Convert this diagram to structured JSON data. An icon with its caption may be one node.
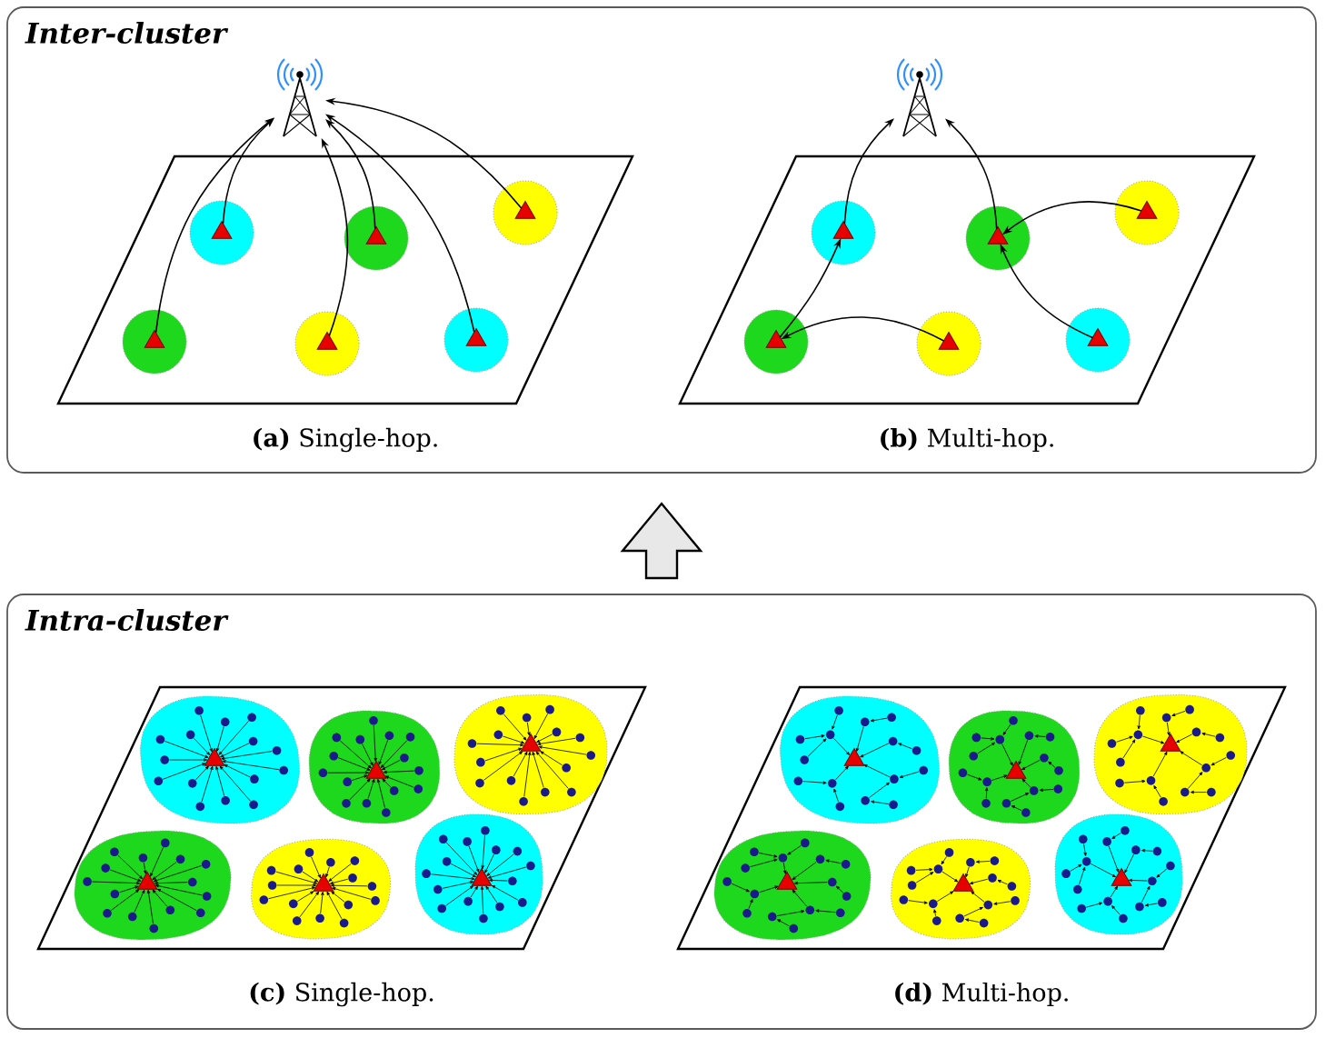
{
  "diagram": {
    "nodes": [
      {
        "text": [
          "Inter-cluster"
        ]
      },
      {
        "text": [],
        "shape": "antenna",
        "in": 0
      },
      {
        "text": [],
        "shape": "parallelogram",
        "in": 0,
        "beside": [
          "**(a)** Single-hop."
        ]
      },
      {
        "text": [],
        "shape": "circle",
        "in": 2
      },
      {
        "text": [],
        "shape": "triangle",
        "in": 3
      },
      {
        "text": [],
        "shape": "circle",
        "in": 2
      },
      {
        "text": [],
        "shape": "triangle",
        "in": 5
      },
      {
        "text": [],
        "shape": "circle",
        "in": 2
      },
      {
        "text": [],
        "shape": "triangle",
        "in": 7
      },
      {
        "text": [],
        "shape": "circle",
        "in": 2
      },
      {
        "text": [],
        "shape": "triangle",
        "in": 9
      },
      {
        "text": [],
        "shape": "circle",
        "in": 2
      },
      {
        "text": [],
        "shape": "triangle",
        "in": 11
      },
      {
        "text": [],
        "shape": "circle",
        "in": 2
      },
      {
        "text": [],
        "shape": "triangle",
        "in": 13
      },
      {
        "text": [],
        "shape": "antenna",
        "in": 0
      },
      {
        "text": [],
        "shape": "parallelogram",
        "in": 0,
        "beside": [
          "**(b)** Multi-hop."
        ]
      },
      {
        "text": [],
        "shape": "circle",
        "in": 16
      },
      {
        "text": [],
        "shape": "triangle",
        "in": 17
      },
      {
        "text": [],
        "shape": "circle",
        "in": 16
      },
      {
        "text": [],
        "shape": "triangle",
        "in": 19
      },
      {
        "text": [],
        "shape": "circle",
        "in": 16
      },
      {
        "text": [],
        "shape": "triangle",
        "in": 21
      },
      {
        "text": [],
        "shape": "circle",
        "in": 16
      },
      {
        "text": [],
        "shape": "triangle",
        "in": 23
      },
      {
        "text": [],
        "shape": "circle",
        "in": 16
      },
      {
        "text": [],
        "shape": "triangle",
        "in": 25
      },
      {
        "text": [],
        "shape": "circle",
        "in": 16
      },
      {
        "text": [],
        "shape": "triangle",
        "in": 27
      },
      {
        "text": [
          "Intra-cluster"
        ]
      },
      {
        "text": [],
        "shape": "parallelogram",
        "in": 29,
        "beside": [
          "**(c)** Single-hop."
        ]
      },
      {
        "text": [],
        "shape": "blob",
        "in": 30
      },
      {
        "text": [],
        "shape": "triangle",
        "in": 31
      },
      {
        "text": [],
        "shape": "circle",
        "in": 31
      },
      {
        "text": [],
        "shape": "circle",
        "in": 31
      },
      {
        "text": [],
        "shape": "circle",
        "in": 31
      },
      {
        "text": [],
        "shape": "circle",
        "in": 31
      },
      {
        "text": [],
        "shape": "circle",
        "in": 31
      },
      {
        "text": [],
        "shape": "circle",
        "in": 31
      },
      {
        "text": [],
        "shape": "circle",
        "in": 31
      },
      {
        "text": [],
        "shape": "circle",
        "in": 31
      },
      {
        "text": [],
        "shape": "circle",
        "in": 31
      },
      {
        "text": [],
        "shape": "circle",
        "in": 31
      },
      {
        "text": [],
        "shape": "circle",
        "in": 31
      },
      {
        "text": [],
        "shape": "circle",
        "in": 31
      },
      {
        "text": [],
        "shape": "circle",
        "in": 31
      },
      {
        "text": [],
        "shape": "circle",
        "in": 31
      },
      {
        "text": [],
        "shape": "circle",
        "in": 31
      },
      {
        "text": [],
        "shape": "blob",
        "in": 30
      },
      {
        "text": [],
        "shape": "triangle",
        "in": 48
      },
      {
        "text": [],
        "shape": "circle",
        "in": 48
      },
      {
        "text": [],
        "shape": "circle",
        "in": 48
      },
      {
        "text": [],
        "shape": "circle",
        "in": 48
      },
      {
        "text": [],
        "shape": "circle",
        "in": 48
      },
      {
        "text": [],
        "shape": "circle",
        "in": 48
      },
      {
        "text": [],
        "shape": "circle",
        "in": 48
      },
      {
        "text": [],
        "shape": "circle",
        "in": 48
      },
      {
        "text": [],
        "shape": "circle",
        "in": 48
      },
      {
        "text": [],
        "shape": "circle",
        "in": 48
      },
      {
        "text": [],
        "shape": "circle",
        "in": 48
      },
      {
        "text": [],
        "shape": "circle",
        "in": 48
      },
      {
        "text": [],
        "shape": "circle",
        "in": 48
      },
      {
        "text": [],
        "shape": "circle",
        "in": 48
      },
      {
        "text": [],
        "shape": "circle",
        "in": 48
      },
      {
        "text": [],
        "shape": "circle",
        "in": 48
      },
      {
        "text": [],
        "shape": "blob",
        "in": 30
      },
      {
        "text": [],
        "shape": "triangle",
        "in": 65
      },
      {
        "text": [],
        "shape": "circle",
        "in": 65
      },
      {
        "text": [],
        "shape": "circle",
        "in": 65
      },
      {
        "text": [],
        "shape": "circle",
        "in": 65
      },
      {
        "text": [],
        "shape": "circle",
        "in": 65
      },
      {
        "text": [],
        "shape": "circle",
        "in": 65
      },
      {
        "text": [],
        "shape": "circle",
        "in": 65
      },
      {
        "text": [],
        "shape": "circle",
        "in": 65
      },
      {
        "text": [],
        "shape": "circle",
        "in": 65
      },
      {
        "text": [],
        "shape": "circle",
        "in": 65
      },
      {
        "text": [],
        "shape": "circle",
        "in": 65
      },
      {
        "text": [],
        "shape": "circle",
        "in": 65
      },
      {
        "text": [],
        "shape": "circle",
        "in": 65
      },
      {
        "text": [],
        "shape": "circle",
        "in": 65
      },
      {
        "text": [],
        "shape": "circle",
        "in": 65
      },
      {
        "text": [],
        "shape": "circle",
        "in": 65
      },
      {
        "text": [],
        "shape": "blob",
        "in": 30
      },
      {
        "text": [],
        "shape": "triangle",
        "in": 82
      },
      {
        "text": [],
        "shape": "circle",
        "in": 82
      },
      {
        "text": [],
        "shape": "circle",
        "in": 82
      },
      {
        "text": [],
        "shape": "circle",
        "in": 82
      },
      {
        "text": [],
        "shape": "circle",
        "in": 82
      },
      {
        "text": [],
        "shape": "circle",
        "in": 82
      },
      {
        "text": [],
        "shape": "circle",
        "in": 82
      },
      {
        "text": [],
        "shape": "circle",
        "in": 82
      },
      {
        "text": [],
        "shape": "circle",
        "in": 82
      },
      {
        "text": [],
        "shape": "circle",
        "in": 82
      },
      {
        "text": [],
        "shape": "circle",
        "in": 82
      },
      {
        "text": [],
        "shape": "circle",
        "in": 82
      },
      {
        "text": [],
        "shape": "circle",
        "in": 82
      },
      {
        "text": [],
        "shape": "circle",
        "in": 82
      },
      {
        "text": [],
        "shape": "circle",
        "in": 82
      },
      {
        "text": [],
        "shape": "circle",
        "in": 82
      },
      {
        "text": [],
        "shape": "blob",
        "in": 30
      },
      {
        "text": [],
        "shape": "triangle",
        "in": 99
      },
      {
        "text": [],
        "shape": "circle",
        "in": 99
      },
      {
        "text": [],
        "shape": "circle",
        "in": 99
      },
      {
        "text": [],
        "shape": "circle",
        "in": 99
      },
      {
        "text": [],
        "shape": "circle",
        "in": 99
      },
      {
        "text": [],
        "shape": "circle",
        "in": 99
      },
      {
        "text": [],
        "shape": "circle",
        "in": 99
      },
      {
        "text": [],
        "shape": "circle",
        "in": 99
      },
      {
        "text": [],
        "shape": "circle",
        "in": 99
      },
      {
        "text": [],
        "shape": "circle",
        "in": 99
      },
      {
        "text": [],
        "shape": "circle",
        "in": 99
      },
      {
        "text": [],
        "shape": "circle",
        "in": 99
      },
      {
        "text": [],
        "shape": "circle",
        "in": 99
      },
      {
        "text": [],
        "shape": "circle",
        "in": 99
      },
      {
        "text": [],
        "shape": "circle",
        "in": 99
      },
      {
        "text": [],
        "shape": "circle",
        "in": 99
      },
      {
        "text": [],
        "shape": "blob",
        "in": 30
      },
      {
        "text": [],
        "shape": "triangle",
        "in": 116
      },
      {
        "text": [],
        "shape": "circle",
        "in": 116
      },
      {
        "text": [],
        "shape": "circle",
        "in": 116
      },
      {
        "text": [],
        "shape": "circle",
        "in": 116
      },
      {
        "text": [],
        "shape": "circle",
        "in": 116
      },
      {
        "text": [],
        "shape": "circle",
        "in": 116
      },
      {
        "text": [],
        "shape": "circle",
        "in": 116
      },
      {
        "text": [],
        "shape": "circle",
        "in": 116
      },
      {
        "text": [],
        "shape": "circle",
        "in": 116
      },
      {
        "text": [],
        "shape": "circle",
        "in": 116
      },
      {
        "text": [],
        "shape": "circle",
        "in": 116
      },
      {
        "text": [],
        "shape": "circle",
        "in": 116
      },
      {
        "text": [],
        "shape": "circle",
        "in": 116
      },
      {
        "text": [],
        "shape": "circle",
        "in": 116
      },
      {
        "text": [],
        "shape": "circle",
        "in": 116
      },
      {
        "text": [],
        "shape": "circle",
        "in": 116
      },
      {
        "text": [],
        "shape": "parallelogram",
        "in": 29,
        "beside": [
          "**(d)** Multi-hop."
        ]
      },
      {
        "text": [],
        "shape": "blob",
        "in": 133
      },
      {
        "text": [],
        "shape": "triangle",
        "in": 134
      },
      {
        "text": [],
        "shape": "circle",
        "in": 134
      },
      {
        "text": [],
        "shape": "circle",
        "in": 134
      },
      {
        "text": [],
        "shape": "circle",
        "in": 134
      },
      {
        "text": [],
        "shape": "circle",
        "in": 134
      },
      {
        "text": [],
        "shape": "circle",
        "in": 134
      },
      {
        "text": [],
        "shape": "circle",
        "in": 134
      },
      {
        "text": [],
        "shape": "circle",
        "in": 134
      },
      {
        "text": [],
        "shape": "circle",
        "in": 134
      },
      {
        "text": [],
        "shape": "circle",
        "in": 134
      },
      {
        "text": [],
        "shape": "circle",
        "in": 134
      },
      {
        "text": [],
        "shape": "circle",
        "in": 134
      },
      {
        "text": [],
        "shape": "circle",
        "in": 134
      },
      {
        "text": [],
        "shape": "circle",
        "in": 134
      },
      {
        "text": [],
        "shape": "circle",
        "in": 134
      },
      {
        "text": [],
        "shape": "circle",
        "in": 134
      },
      {
        "text": [],
        "shape": "blob",
        "in": 133
      },
      {
        "text": [],
        "shape": "triangle",
        "in": 151
      },
      {
        "text": [],
        "shape": "circle",
        "in": 151
      },
      {
        "text": [],
        "shape": "circle",
        "in": 151
      },
      {
        "text": [],
        "shape": "circle",
        "in": 151
      },
      {
        "text": [],
        "shape": "circle",
        "in": 151
      },
      {
        "text": [],
        "shape": "circle",
        "in": 151
      },
      {
        "text": [],
        "shape": "circle",
        "in": 151
      },
      {
        "text": [],
        "shape": "circle",
        "in": 151
      },
      {
        "text": [],
        "shape": "circle",
        "in": 151
      },
      {
        "text": [],
        "shape": "circle",
        "in": 151
      },
      {
        "text": [],
        "shape": "circle",
        "in": 151
      },
      {
        "text": [],
        "shape": "circle",
        "in": 151
      },
      {
        "text": [],
        "shape": "circle",
        "in": 151
      },
      {
        "text": [],
        "shape": "circle",
        "in": 151
      },
      {
        "text": [],
        "shape": "circle",
        "in": 151
      },
      {
        "text": [],
        "shape": "circle",
        "in": 151
      },
      {
        "text": [],
        "shape": "blob",
        "in": 133
      },
      {
        "text": [],
        "shape": "triangle",
        "in": 168
      },
      {
        "text": [],
        "shape": "circle",
        "in": 168
      },
      {
        "text": [],
        "shape": "circle",
        "in": 168
      },
      {
        "text": [],
        "shape": "circle",
        "in": 168
      },
      {
        "text": [],
        "shape": "circle",
        "in": 168
      },
      {
        "text": [],
        "shape": "circle",
        "in": 168
      },
      {
        "text": [],
        "shape": "circle",
        "in": 168
      },
      {
        "text": [],
        "shape": "circle",
        "in": 168
      },
      {
        "text": [],
        "shape": "circle",
        "in": 168
      },
      {
        "text": [],
        "shape": "circle",
        "in": 168
      },
      {
        "text": [],
        "shape": "circle",
        "in": 168
      },
      {
        "text": [],
        "shape": "circle",
        "in": 168
      },
      {
        "text": [],
        "shape": "circle",
        "in": 168
      },
      {
        "text": [],
        "shape": "circle",
        "in": 168
      },
      {
        "text": [],
        "shape": "circle",
        "in": 168
      },
      {
        "text": [],
        "shape": "circle",
        "in": 168
      },
      {
        "text": [],
        "shape": "blob",
        "in": 133
      },
      {
        "text": [],
        "shape": "triangle",
        "in": 185
      },
      {
        "text": [],
        "shape": "circle",
        "in": 185
      },
      {
        "text": [],
        "shape": "circle",
        "in": 185
      },
      {
        "text": [],
        "shape": "circle",
        "in": 185
      },
      {
        "text": [],
        "shape": "circle",
        "in": 185
      },
      {
        "text": [],
        "shape": "circle",
        "in": 185
      },
      {
        "text": [],
        "shape": "circle",
        "in": 185
      },
      {
        "text": [],
        "shape": "circle",
        "in": 185
      },
      {
        "text": [],
        "shape": "circle",
        "in": 185
      },
      {
        "text": [],
        "shape": "circle",
        "in": 185
      },
      {
        "text": [],
        "shape": "circle",
        "in": 185
      },
      {
        "text": [],
        "shape": "circle",
        "in": 185
      },
      {
        "text": [],
        "shape": "circle",
        "in": 185
      },
      {
        "text": [],
        "shape": "circle",
        "in": 185
      },
      {
        "text": [],
        "shape": "circle",
        "in": 185
      },
      {
        "text": [],
        "shape": "circle",
        "in": 185
      },
      {
        "text": [],
        "shape": "blob",
        "in": 133
      },
      {
        "text": [],
        "shape": "triangle",
        "in": 202
      },
      {
        "text": [],
        "shape": "circle",
        "in": 202
      },
      {
        "text": [],
        "shape": "circle",
        "in": 202
      },
      {
        "text": [],
        "shape": "circle",
        "in": 202
      },
      {
        "text": [],
        "shape": "circle",
        "in": 202
      },
      {
        "text": [],
        "shape": "circle",
        "in": 202
      },
      {
        "text": [],
        "shape": "circle",
        "in": 202
      },
      {
        "text": [],
        "shape": "circle",
        "in": 202
      },
      {
        "text": [],
        "shape": "circle",
        "in": 202
      },
      {
        "text": [],
        "shape": "circle",
        "in": 202
      },
      {
        "text": [],
        "shape": "circle",
        "in": 202
      },
      {
        "text": [],
        "shape": "circle",
        "in": 202
      },
      {
        "text": [],
        "shape": "circle",
        "in": 202
      },
      {
        "text": [],
        "shape": "circle",
        "in": 202
      },
      {
        "text": [],
        "shape": "circle",
        "in": 202
      },
      {
        "text": [],
        "shape": "circle",
        "in": 202
      },
      {
        "text": [],
        "shape": "blob",
        "in": 133
      },
      {
        "text": [],
        "shape": "triangle",
        "in": 219
      },
      {
        "text": [],
        "shape": "circle",
        "in": 219
      },
      {
        "text": [],
        "shape": "circle",
        "in": 219
      },
      {
        "text": [],
        "shape": "circle",
        "in": 219
      },
      {
        "text": [],
        "shape": "circle",
        "in": 219
      },
      {
        "text": [],
        "shape": "circle",
        "in": 219
      },
      {
        "text": [],
        "shape": "circle",
        "in": 219
      },
      {
        "text": [],
        "shape": "circle",
        "in": 219
      },
      {
        "text": [],
        "shape": "circle",
        "in": 219
      },
      {
        "text": [],
        "shape": "circle",
        "in": 219
      },
      {
        "text": [],
        "shape": "circle",
        "in": 219
      },
      {
        "text": [],
        "shape": "circle",
        "in": 219
      },
      {
        "text": [],
        "shape": "circle",
        "in": 219
      },
      {
        "text": [],
        "shape": "circle",
        "in": 219
      },
      {
        "text": [],
        "shape": "circle",
        "in": 219
      },
      {
        "text": [],
        "shape": "circle",
        "in": 219
      }
    ],
    "edges": [
      {
        "from": 4,
        "to": 1,
        "arrow": "to"
      },
      {
        "from": 6,
        "to": 1,
        "arrow": "to"
      },
      {
        "from": 8,
        "to": 1,
        "arrow": "to"
      },
      {
        "from": 10,
        "to": 1,
        "arrow": "to"
      },
      {
        "from": 12,
        "to": 1,
        "arrow": "to"
      },
      {
        "from": 14,
        "to": 1,
        "arrow": "to"
      },
      {
        "from": 18,
        "to": 15,
        "arrow": "to"
      },
      {
        "from": 20,
        "to": 15,
        "arrow": "to"
      },
      {
        "from": 22,
        "to": 20,
        "arrow": "to"
      },
      {
        "from": 24,
        "to": 18,
        "arrow": "to"
      },
      {
        "from": 26,
        "to": 24,
        "arrow": "to"
      },
      {
        "from": 28,
        "to": 20,
        "arrow": "to"
      },
      {
        "from": 29,
        "to": 0,
        "arrow": "to",
        "style": "thick"
      },
      {
        "from": 33,
        "to": 32,
        "arrow": "to"
      },
      {
        "from": 34,
        "to": 32,
        "arrow": "to"
      },
      {
        "from": 35,
        "to": 32,
        "arrow": "to"
      },
      {
        "from": 36,
        "to": 32,
        "arrow": "to"
      },
      {
        "from": 37,
        "to": 32,
        "arrow": "to"
      },
      {
        "from": 38,
        "to": 32,
        "arrow": "to"
      },
      {
        "from": 39,
        "to": 32,
        "arrow": "to"
      },
      {
        "from": 40,
        "to": 32,
        "arrow": "to"
      },
      {
        "from": 41,
        "to": 32,
        "arrow": "to"
      },
      {
        "from": 42,
        "to": 32,
        "arrow": "to"
      },
      {
        "from": 43,
        "to": 32,
        "arrow": "to"
      },
      {
        "from": 44,
        "to": 32,
        "arrow": "to"
      },
      {
        "from": 45,
        "to": 32,
        "arrow": "to"
      },
      {
        "from": 46,
        "to": 32,
        "arrow": "to"
      },
      {
        "from": 47,
        "to": 32,
        "arrow": "to"
      },
      {
        "from": 50,
        "to": 49,
        "arrow": "to"
      },
      {
        "from": 51,
        "to": 49,
        "arrow": "to"
      },
      {
        "from": 52,
        "to": 49,
        "arrow": "to"
      },
      {
        "from": 53,
        "to": 49,
        "arrow": "to"
      },
      {
        "from": 54,
        "to": 49,
        "arrow": "to"
      },
      {
        "from": 55,
        "to": 49,
        "arrow": "to"
      },
      {
        "from": 56,
        "to": 49,
        "arrow": "to"
      },
      {
        "from": 57,
        "to": 49,
        "arrow": "to"
      },
      {
        "from": 58,
        "to": 49,
        "arrow": "to"
      },
      {
        "from": 59,
        "to": 49,
        "arrow": "to"
      },
      {
        "from": 60,
        "to": 49,
        "arrow": "to"
      },
      {
        "from": 61,
        "to": 49,
        "arrow": "to"
      },
      {
        "from": 62,
        "to": 49,
        "arrow": "to"
      },
      {
        "from": 63,
        "to": 49,
        "arrow": "to"
      },
      {
        "from": 64,
        "to": 49,
        "arrow": "to"
      },
      {
        "from": 67,
        "to": 66,
        "arrow": "to"
      },
      {
        "from": 68,
        "to": 66,
        "arrow": "to"
      },
      {
        "from": 69,
        "to": 66,
        "arrow": "to"
      },
      {
        "from": 70,
        "to": 66,
        "arrow": "to"
      },
      {
        "from": 71,
        "to": 66,
        "arrow": "to"
      },
      {
        "from": 72,
        "to": 66,
        "arrow": "to"
      },
      {
        "from": 73,
        "to": 66,
        "arrow": "to"
      },
      {
        "from": 74,
        "to": 66,
        "arrow": "to"
      },
      {
        "from": 75,
        "to": 66,
        "arrow": "to"
      },
      {
        "from": 76,
        "to": 66,
        "arrow": "to"
      },
      {
        "from": 77,
        "to": 66,
        "arrow": "to"
      },
      {
        "from": 78,
        "to": 66,
        "arrow": "to"
      },
      {
        "from": 79,
        "to": 66,
        "arrow": "to"
      },
      {
        "from": 80,
        "to": 66,
        "arrow": "to"
      },
      {
        "from": 81,
        "to": 66,
        "arrow": "to"
      },
      {
        "from": 84,
        "to": 83,
        "arrow": "to"
      },
      {
        "from": 85,
        "to": 83,
        "arrow": "to"
      },
      {
        "from": 86,
        "to": 83,
        "arrow": "to"
      },
      {
        "from": 87,
        "to": 83,
        "arrow": "to"
      },
      {
        "from": 88,
        "to": 83,
        "arrow": "to"
      },
      {
        "from": 89,
        "to": 83,
        "arrow": "to"
      },
      {
        "from": 90,
        "to": 83,
        "arrow": "to"
      },
      {
        "from": 91,
        "to": 83,
        "arrow": "to"
      },
      {
        "from": 92,
        "to": 83,
        "arrow": "to"
      },
      {
        "from": 93,
        "to": 83,
        "arrow": "to"
      },
      {
        "from": 94,
        "to": 83,
        "arrow": "to"
      },
      {
        "from": 95,
        "to": 83,
        "arrow": "to"
      },
      {
        "from": 96,
        "to": 83,
        "arrow": "to"
      },
      {
        "from": 97,
        "to": 83,
        "arrow": "to"
      },
      {
        "from": 98,
        "to": 83,
        "arrow": "to"
      },
      {
        "from": 101,
        "to": 100,
        "arrow": "to"
      },
      {
        "from": 102,
        "to": 100,
        "arrow": "to"
      },
      {
        "from": 103,
        "to": 100,
        "arrow": "to"
      },
      {
        "from": 104,
        "to": 100,
        "arrow": "to"
      },
      {
        "from": 105,
        "to": 100,
        "arrow": "to"
      },
      {
        "from": 106,
        "to": 100,
        "arrow": "to"
      },
      {
        "from": 107,
        "to": 100,
        "arrow": "to"
      },
      {
        "from": 108,
        "to": 100,
        "arrow": "to"
      },
      {
        "from": 109,
        "to": 100,
        "arrow": "to"
      },
      {
        "from": 110,
        "to": 100,
        "arrow": "to"
      },
      {
        "from": 111,
        "to": 100,
        "arrow": "to"
      },
      {
        "from": 112,
        "to": 100,
        "arrow": "to"
      },
      {
        "from": 113,
        "to": 100,
        "arrow": "to"
      },
      {
        "from": 114,
        "to": 100,
        "arrow": "to"
      },
      {
        "from": 115,
        "to": 100,
        "arrow": "to"
      },
      {
        "from": 118,
        "to": 117,
        "arrow": "to"
      },
      {
        "from": 119,
        "to": 117,
        "arrow": "to"
      },
      {
        "from": 120,
        "to": 117,
        "arrow": "to"
      },
      {
        "from": 121,
        "to": 117,
        "arrow": "to"
      },
      {
        "from": 122,
        "to": 117,
        "arrow": "to"
      },
      {
        "from": 123,
        "to": 117,
        "arrow": "to"
      },
      {
        "from": 124,
        "to": 117,
        "arrow": "to"
      },
      {
        "from": 125,
        "to": 117,
        "arrow": "to"
      },
      {
        "from": 126,
        "to": 117,
        "arrow": "to"
      },
      {
        "from": 127,
        "to": 117,
        "arrow": "to"
      },
      {
        "from": 128,
        "to": 117,
        "arrow": "to"
      },
      {
        "from": 129,
        "to": 117,
        "arrow": "to"
      },
      {
        "from": 130,
        "to": 117,
        "arrow": "to"
      },
      {
        "from": 131,
        "to": 117,
        "arrow": "to"
      },
      {
        "from": 132,
        "to": 117,
        "arrow": "to"
      },
      {
        "from": 136,
        "to": 137,
        "arrow": "to"
      },
      {
        "from": 137,
        "to": 135,
        "arrow": "to"
      },
      {
        "from": 138,
        "to": 139,
        "arrow": "to"
      },
      {
        "from": 139,
        "to": 137,
        "arrow": "to"
      },
      {
        "from": 140,
        "to": 141,
        "arrow": "to"
      },
      {
        "from": 141,
        "to": 135,
        "arrow": "to"
      },
      {
        "from": 142,
        "to": 141,
        "arrow": "to"
      },
      {
        "from": 143,
        "to": 145,
        "arrow": "to"
      },
      {
        "from": 144,
        "to": 145,
        "arrow": "to"
      },
      {
        "from": 145,
        "to": 135,
        "arrow": "to"
      },
      {
        "from": 146,
        "to": 145,
        "arrow": "to"
      },
      {
        "from": 147,
        "to": 135,
        "arrow": "to"
      },
      {
        "from": 148,
        "to": 147,
        "arrow": "to"
      },
      {
        "from": 149,
        "to": 135,
        "arrow": "to"
      },
      {
        "from": 150,
        "to": 149,
        "arrow": "to"
      },
      {
        "from": 153,
        "to": 154,
        "arrow": "to"
      },
      {
        "from": 154,
        "to": 152,
        "arrow": "to"
      },
      {
        "from": 155,
        "to": 156,
        "arrow": "to"
      },
      {
        "from": 156,
        "to": 154,
        "arrow": "to"
      },
      {
        "from": 157,
        "to": 158,
        "arrow": "to"
      },
      {
        "from": 158,
        "to": 152,
        "arrow": "to"
      },
      {
        "from": 159,
        "to": 158,
        "arrow": "to"
      },
      {
        "from": 160,
        "to": 162,
        "arrow": "to"
      },
      {
        "from": 161,
        "to": 162,
        "arrow": "to"
      },
      {
        "from": 162,
        "to": 152,
        "arrow": "to"
      },
      {
        "from": 163,
        "to": 162,
        "arrow": "to"
      },
      {
        "from": 164,
        "to": 152,
        "arrow": "to"
      },
      {
        "from": 165,
        "to": 164,
        "arrow": "to"
      },
      {
        "from": 166,
        "to": 152,
        "arrow": "to"
      },
      {
        "from": 167,
        "to": 166,
        "arrow": "to"
      },
      {
        "from": 170,
        "to": 171,
        "arrow": "to"
      },
      {
        "from": 171,
        "to": 169,
        "arrow": "to"
      },
      {
        "from": 172,
        "to": 173,
        "arrow": "to"
      },
      {
        "from": 173,
        "to": 171,
        "arrow": "to"
      },
      {
        "from": 174,
        "to": 175,
        "arrow": "to"
      },
      {
        "from": 175,
        "to": 169,
        "arrow": "to"
      },
      {
        "from": 176,
        "to": 175,
        "arrow": "to"
      },
      {
        "from": 177,
        "to": 179,
        "arrow": "to"
      },
      {
        "from": 178,
        "to": 179,
        "arrow": "to"
      },
      {
        "from": 179,
        "to": 169,
        "arrow": "to"
      },
      {
        "from": 180,
        "to": 179,
        "arrow": "to"
      },
      {
        "from": 181,
        "to": 169,
        "arrow": "to"
      },
      {
        "from": 182,
        "to": 181,
        "arrow": "to"
      },
      {
        "from": 183,
        "to": 169,
        "arrow": "to"
      },
      {
        "from": 184,
        "to": 183,
        "arrow": "to"
      },
      {
        "from": 187,
        "to": 188,
        "arrow": "to"
      },
      {
        "from": 188,
        "to": 186,
        "arrow": "to"
      },
      {
        "from": 189,
        "to": 190,
        "arrow": "to"
      },
      {
        "from": 190,
        "to": 188,
        "arrow": "to"
      },
      {
        "from": 191,
        "to": 192,
        "arrow": "to"
      },
      {
        "from": 192,
        "to": 186,
        "arrow": "to"
      },
      {
        "from": 193,
        "to": 192,
        "arrow": "to"
      },
      {
        "from": 194,
        "to": 196,
        "arrow": "to"
      },
      {
        "from": 195,
        "to": 196,
        "arrow": "to"
      },
      {
        "from": 196,
        "to": 186,
        "arrow": "to"
      },
      {
        "from": 197,
        "to": 196,
        "arrow": "to"
      },
      {
        "from": 198,
        "to": 186,
        "arrow": "to"
      },
      {
        "from": 199,
        "to": 198,
        "arrow": "to"
      },
      {
        "from": 200,
        "to": 186,
        "arrow": "to"
      },
      {
        "from": 201,
        "to": 200,
        "arrow": "to"
      },
      {
        "from": 204,
        "to": 205,
        "arrow": "to"
      },
      {
        "from": 205,
        "to": 203,
        "arrow": "to"
      },
      {
        "from": 206,
        "to": 207,
        "arrow": "to"
      },
      {
        "from": 207,
        "to": 205,
        "arrow": "to"
      },
      {
        "from": 208,
        "to": 209,
        "arrow": "to"
      },
      {
        "from": 209,
        "to": 203,
        "arrow": "to"
      },
      {
        "from": 210,
        "to": 209,
        "arrow": "to"
      },
      {
        "from": 211,
        "to": 213,
        "arrow": "to"
      },
      {
        "from": 212,
        "to": 213,
        "arrow": "to"
      },
      {
        "from": 213,
        "to": 203,
        "arrow": "to"
      },
      {
        "from": 214,
        "to": 213,
        "arrow": "to"
      },
      {
        "from": 215,
        "to": 203,
        "arrow": "to"
      },
      {
        "from": 216,
        "to": 215,
        "arrow": "to"
      },
      {
        "from": 217,
        "to": 203,
        "arrow": "to"
      },
      {
        "from": 218,
        "to": 217,
        "arrow": "to"
      },
      {
        "from": 221,
        "to": 222,
        "arrow": "to"
      },
      {
        "from": 222,
        "to": 220,
        "arrow": "to"
      },
      {
        "from": 223,
        "to": 224,
        "arrow": "to"
      },
      {
        "from": 224,
        "to": 222,
        "arrow": "to"
      },
      {
        "from": 225,
        "to": 226,
        "arrow": "to"
      },
      {
        "from": 226,
        "to": 220,
        "arrow": "to"
      },
      {
        "from": 227,
        "to": 226,
        "arrow": "to"
      },
      {
        "from": 228,
        "to": 230,
        "arrow": "to"
      },
      {
        "from": 229,
        "to": 230,
        "arrow": "to"
      },
      {
        "from": 230,
        "to": 220,
        "arrow": "to"
      },
      {
        "from": 231,
        "to": 230,
        "arrow": "to"
      },
      {
        "from": 232,
        "to": 220,
        "arrow": "to"
      },
      {
        "from": 233,
        "to": 232,
        "arrow": "to"
      },
      {
        "from": 234,
        "to": 220,
        "arrow": "to"
      },
      {
        "from": 235,
        "to": 234,
        "arrow": "to"
      }
    ]
  }
}
